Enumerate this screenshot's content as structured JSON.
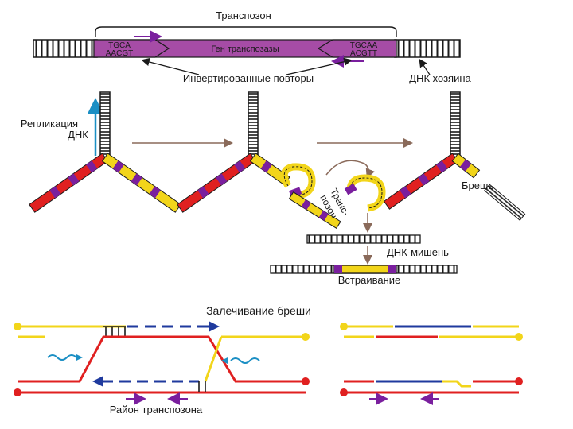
{
  "labels": {
    "transposon": "Транспозон",
    "left_repeat": "TGCA\nAACGT",
    "gene": "Ген транспозазы",
    "right_repeat": "TGCAA\nACGTT",
    "inverted_repeats": "Инвертированные повторы",
    "host_dna": "ДНК хозяина",
    "replication": "Репликация\nДНК",
    "transposon_vertical": "Транс-\nпозон",
    "gap": "Брешь",
    "target_dna": "ДНК-мишень",
    "insertion": "Встраивание",
    "gap_repair": "Залечивание бреши",
    "transposon_region": "Район транспозона"
  },
  "colors": {
    "dna_ladder": "#1a1a1a",
    "transposon_box": "#a64ca6",
    "purple_arrow": "#7a1f9e",
    "yellow_strand": "#f2d51a",
    "red_strand": "#e02020",
    "blue_strand": "#1f3a9e",
    "teal_arrow": "#1b8fc4",
    "brown_arrow": "#8a6a5a",
    "gray_line": "#888888"
  }
}
